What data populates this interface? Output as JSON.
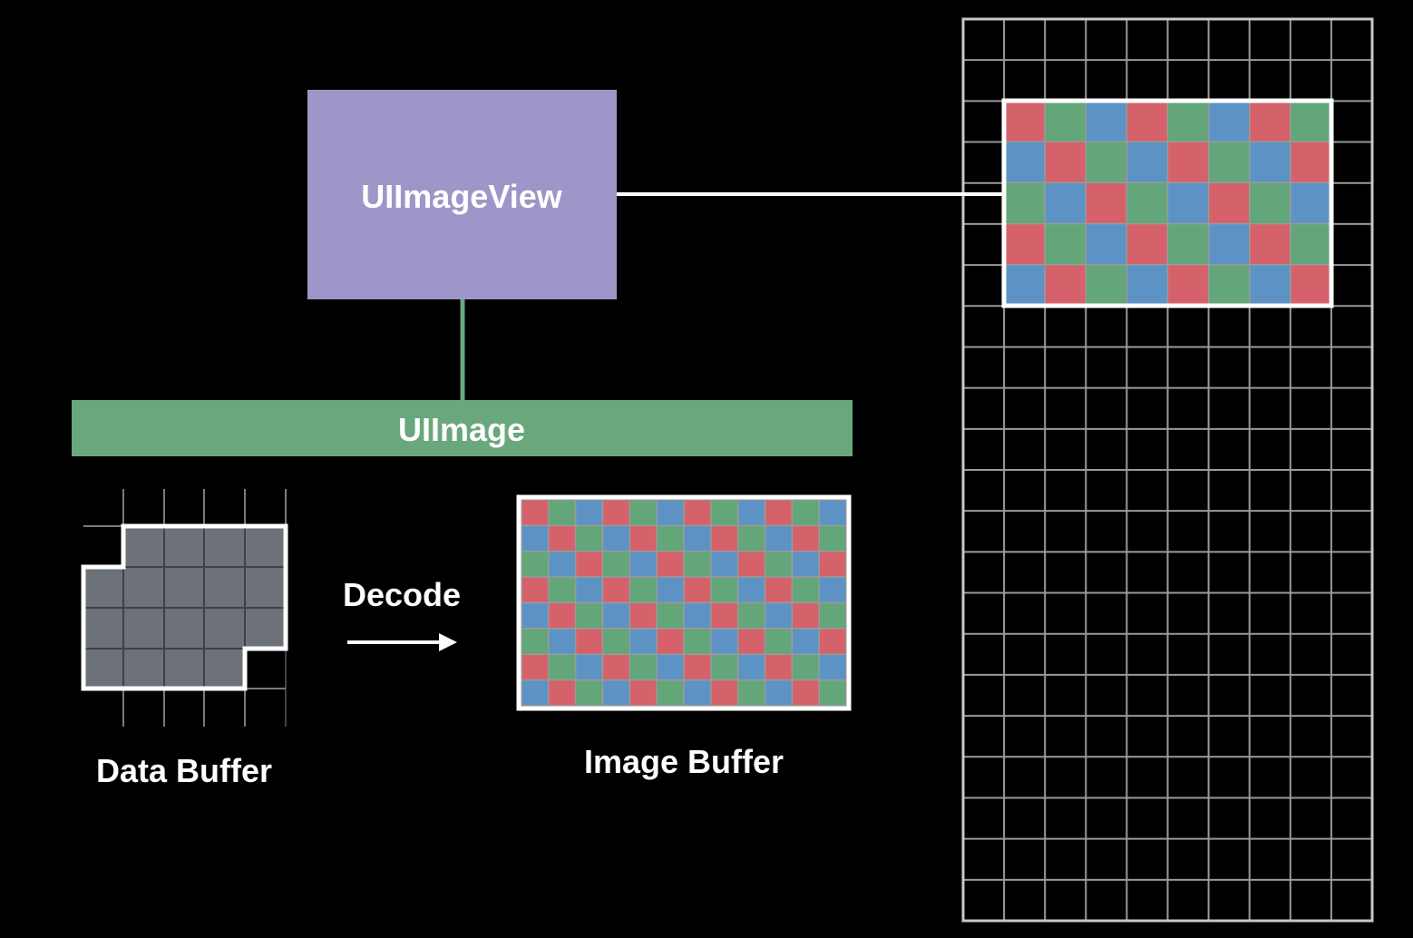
{
  "labels": {
    "image_view": "UIImageView",
    "image": "UIImage",
    "decode": "Decode",
    "data_buffer": "Data Buffer",
    "image_buffer": "Image Buffer"
  },
  "colors": {
    "background": "#000000",
    "image_view_box": "#9f95c8",
    "image_bar": "#69a77c",
    "connector_green": "#69a77c",
    "connector_white": "#ffffff",
    "data_cell": "#6d7278",
    "pixel_red": "#d5616a",
    "pixel_green": "#63a679",
    "pixel_blue": "#5c93c4",
    "grid_line": "#9a9a9a",
    "outline": "#ffffff"
  },
  "pixel_pattern": [
    "red",
    "green",
    "blue"
  ],
  "image_buffer_grid": {
    "cols": 12,
    "rows": 8
  },
  "frame_buffer_grid": {
    "cols": 10,
    "rows": 22
  },
  "frame_highlight_grid": {
    "cols": 8,
    "rows": 5
  },
  "data_buffer_grid": {
    "cols": 4,
    "rows": 4
  }
}
